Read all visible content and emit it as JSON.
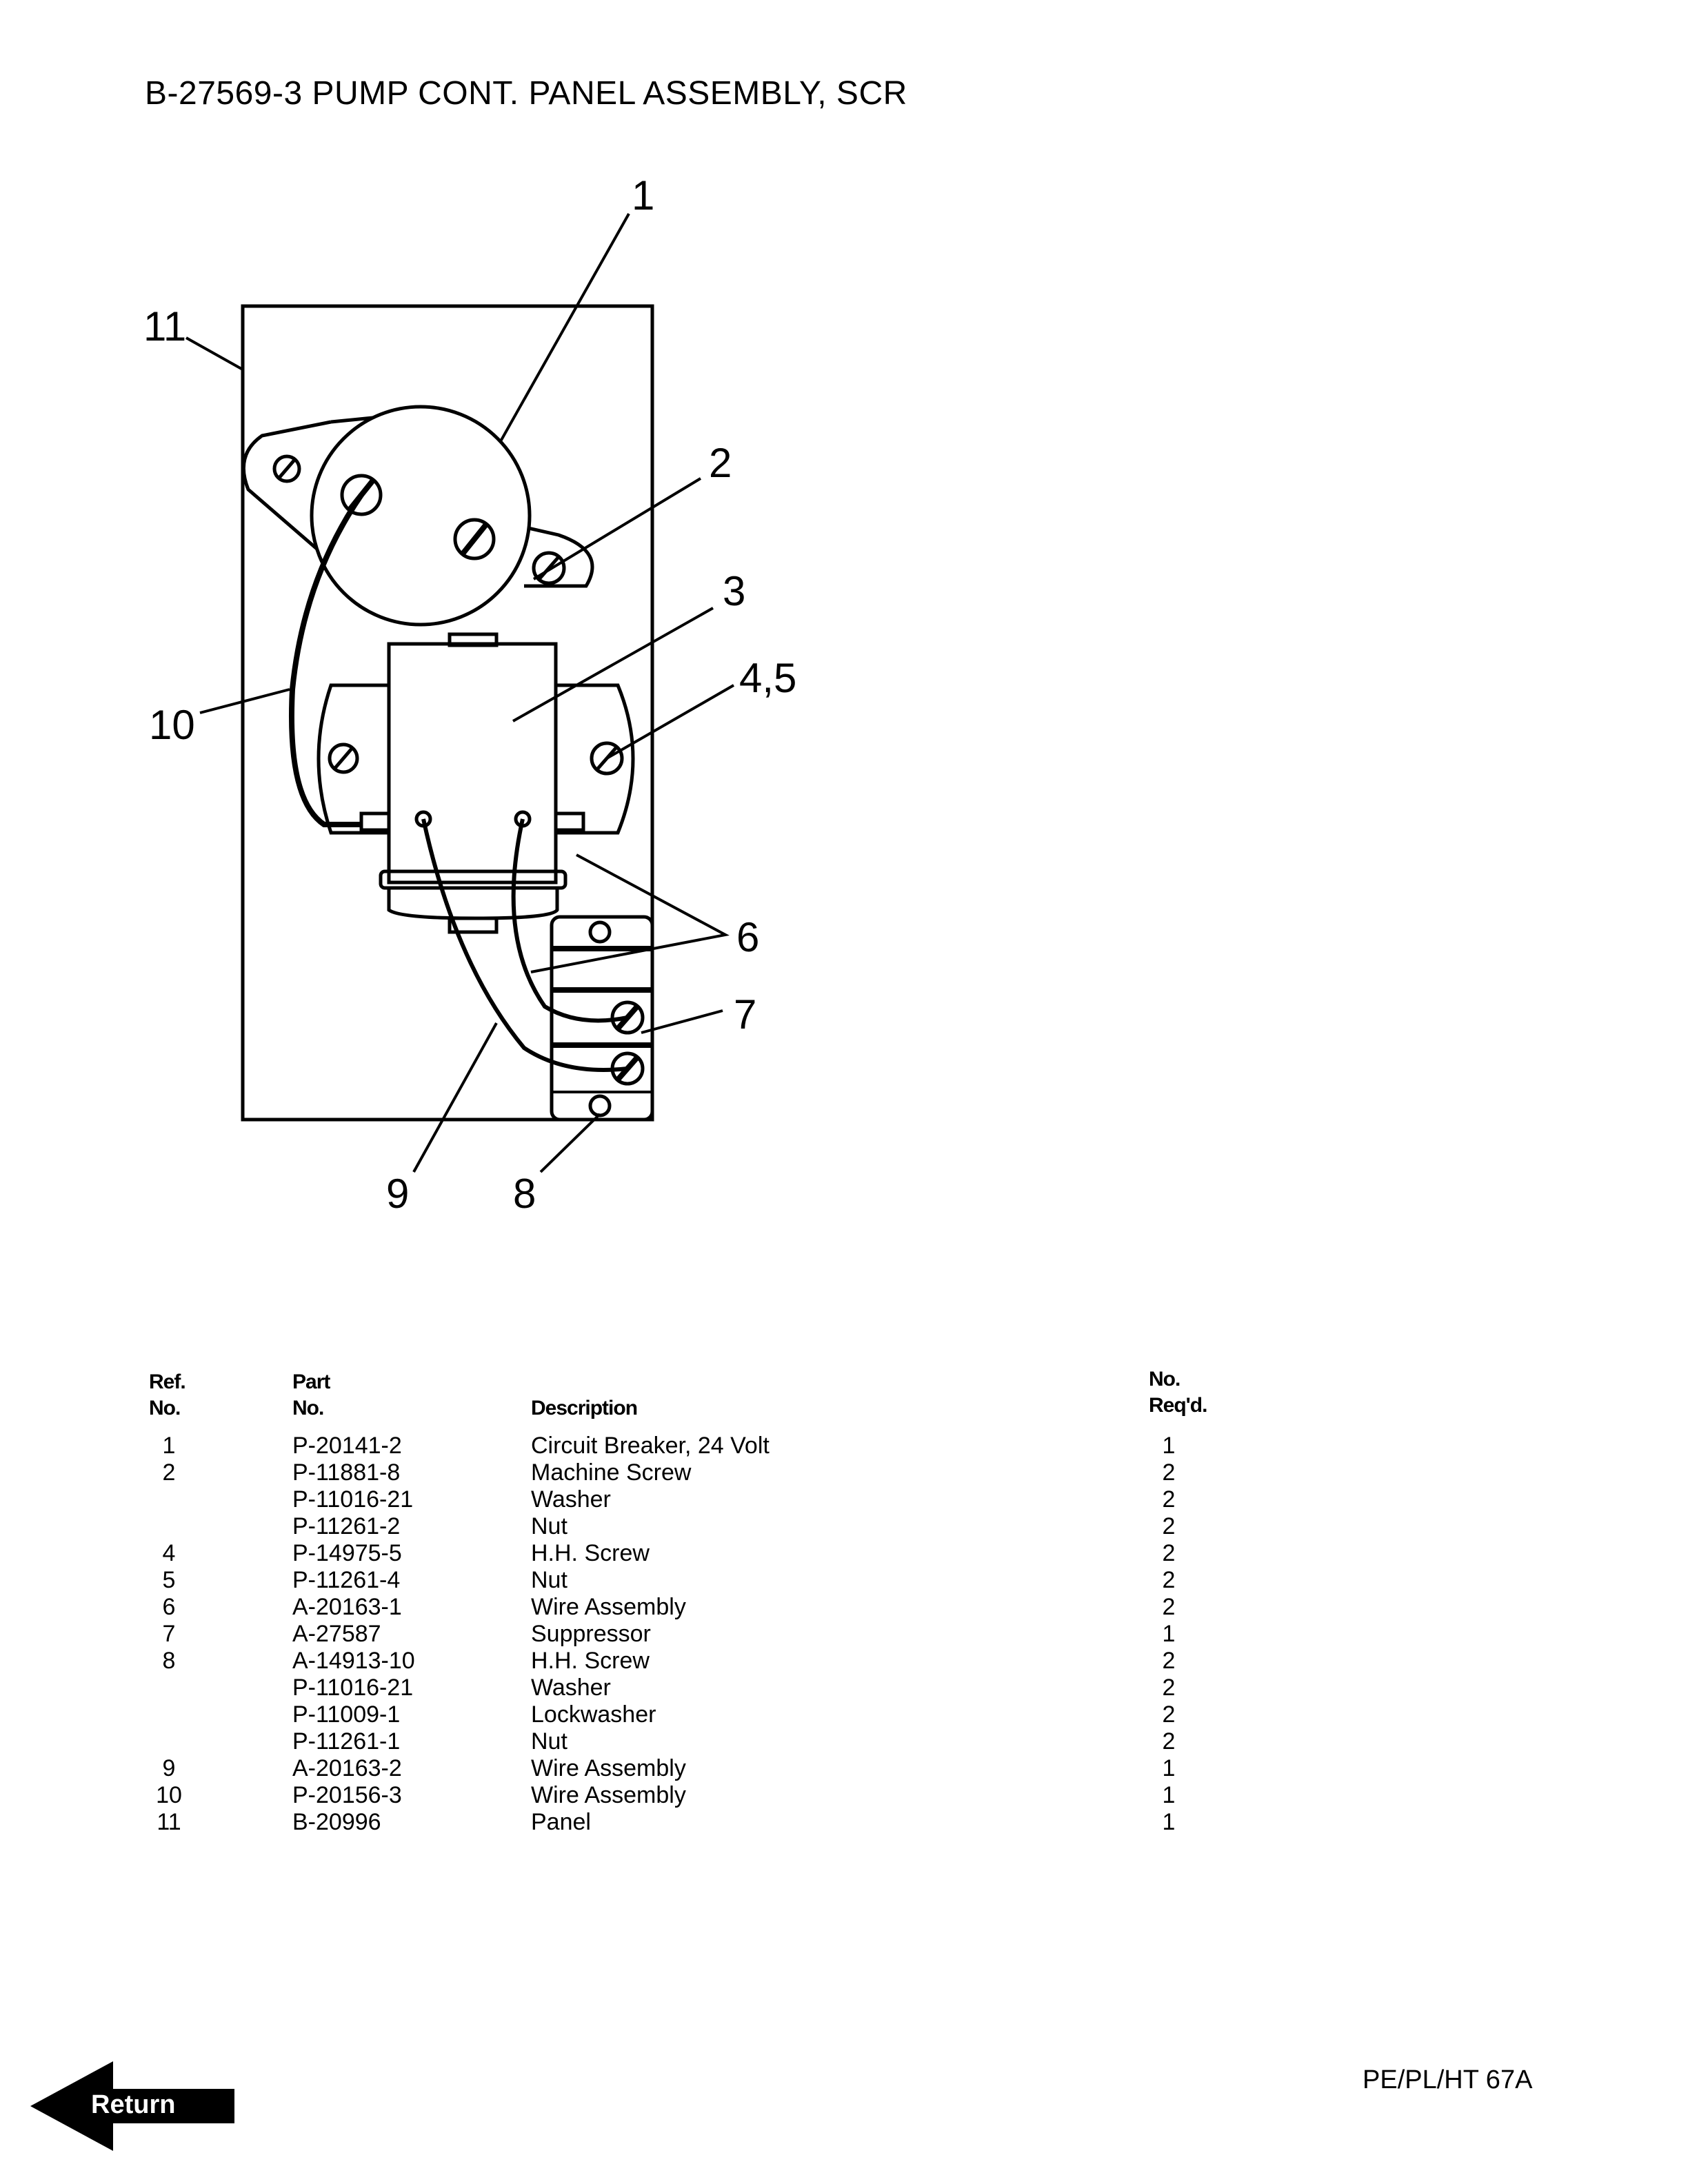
{
  "title": "B-27569-3 PUMP CONT. PANEL ASSEMBLY, SCR",
  "callouts": {
    "c1": "1",
    "c2": "2",
    "c3": "3",
    "c45": "4,5",
    "c6": "6",
    "c7": "7",
    "c8": "8",
    "c9": "9",
    "c10": "10",
    "c11": "11"
  },
  "table": {
    "headers": {
      "ref_1": "Ref.",
      "ref_2": "No.",
      "part_1": "Part",
      "part_2": "No.",
      "desc": "Description",
      "qty_1": "No.",
      "qty_2": "Req'd."
    },
    "rows": [
      {
        "ref": "1",
        "part": "P-20141-2",
        "desc": "Circuit Breaker, 24 Volt",
        "qty": "1"
      },
      {
        "ref": "2",
        "part": "P-11881-8",
        "desc": "Machine Screw",
        "qty": "2"
      },
      {
        "ref": "",
        "part": "P-11016-21",
        "desc": "Washer",
        "qty": "2"
      },
      {
        "ref": "",
        "part": "P-11261-2",
        "desc": "Nut",
        "qty": "2"
      },
      {
        "ref": "4",
        "part": "P-14975-5",
        "desc": "H.H. Screw",
        "qty": "2"
      },
      {
        "ref": "5",
        "part": "P-11261-4",
        "desc": "Nut",
        "qty": "2"
      },
      {
        "ref": "6",
        "part": "A-20163-1",
        "desc": "Wire Assembly",
        "qty": "2"
      },
      {
        "ref": "7",
        "part": "A-27587",
        "desc": "Suppressor",
        "qty": "1"
      },
      {
        "ref": "8",
        "part": "A-14913-10",
        "desc": "H.H. Screw",
        "qty": "2"
      },
      {
        "ref": "",
        "part": "P-11016-21",
        "desc": "Washer",
        "qty": "2"
      },
      {
        "ref": "",
        "part": "P-11009-1",
        "desc": "Lockwasher",
        "qty": "2"
      },
      {
        "ref": "",
        "part": "P-11261-1",
        "desc": "Nut",
        "qty": "2"
      },
      {
        "ref": "9",
        "part": "A-20163-2",
        "desc": "Wire Assembly",
        "qty": "1"
      },
      {
        "ref": "10",
        "part": "P-20156-3",
        "desc": "Wire Assembly",
        "qty": "1"
      },
      {
        "ref": "11",
        "part": "B-20996",
        "desc": "Panel",
        "qty": "1"
      }
    ]
  },
  "footer": "PE/PL/HT 67A",
  "return_button": {
    "label": "Return",
    "icon": "left-arrow-icon"
  }
}
